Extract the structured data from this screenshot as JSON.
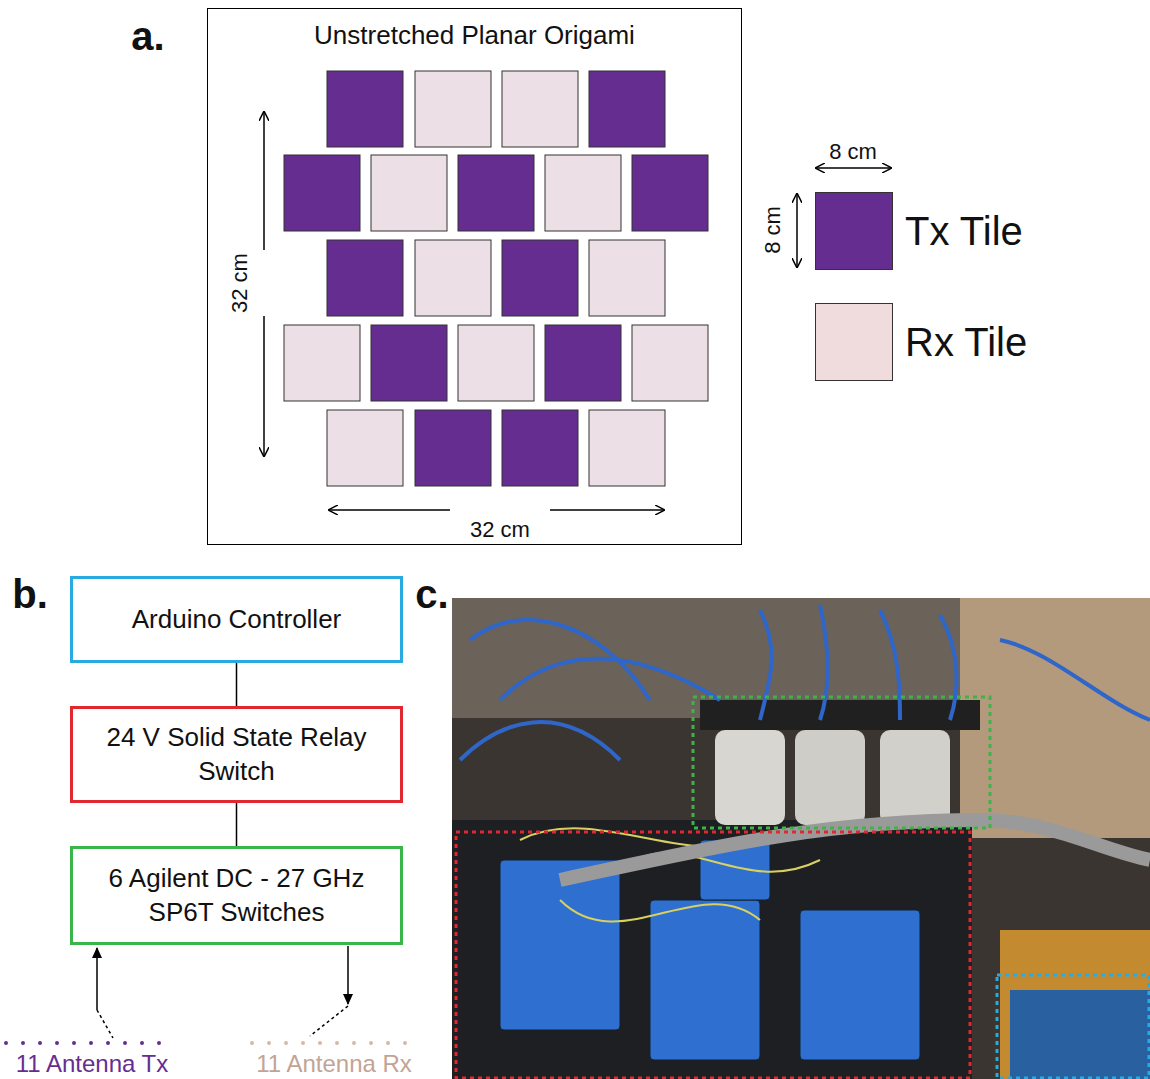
{
  "diagram": {
    "nodes": [
      {
        "text": [
          "Unstretched Planar Origami"
        ]
      },
      {
        "text": [
          "Arduino Controller"
        ]
      },
      {
        "text": [
          "24 V Solid State Relay Switch"
        ]
      },
      {
        "text": [
          "6 Agilent DC - 27 GHz SP6T Switches"
        ]
      }
    ],
    "edges": [
      {
        "from": 1,
        "to": 2,
        "arrow": "none"
      },
      {
        "from": 2,
        "to": 3,
        "arrow": "none"
      }
    ],
    "labels": [
      "a.",
      "b.",
      "c.",
      "32 cm",
      "32 cm",
      "8 cm",
      "8 cm",
      "11 Antenna Tx",
      "11 Antenna Rx"
    ],
    "legend": [
      {
        "text": "Tx Tile",
        "color": "#662d91"
      },
      {
        "text": "Rx Tile",
        "color": "#f0dcdc"
      }
    ]
  }
}
